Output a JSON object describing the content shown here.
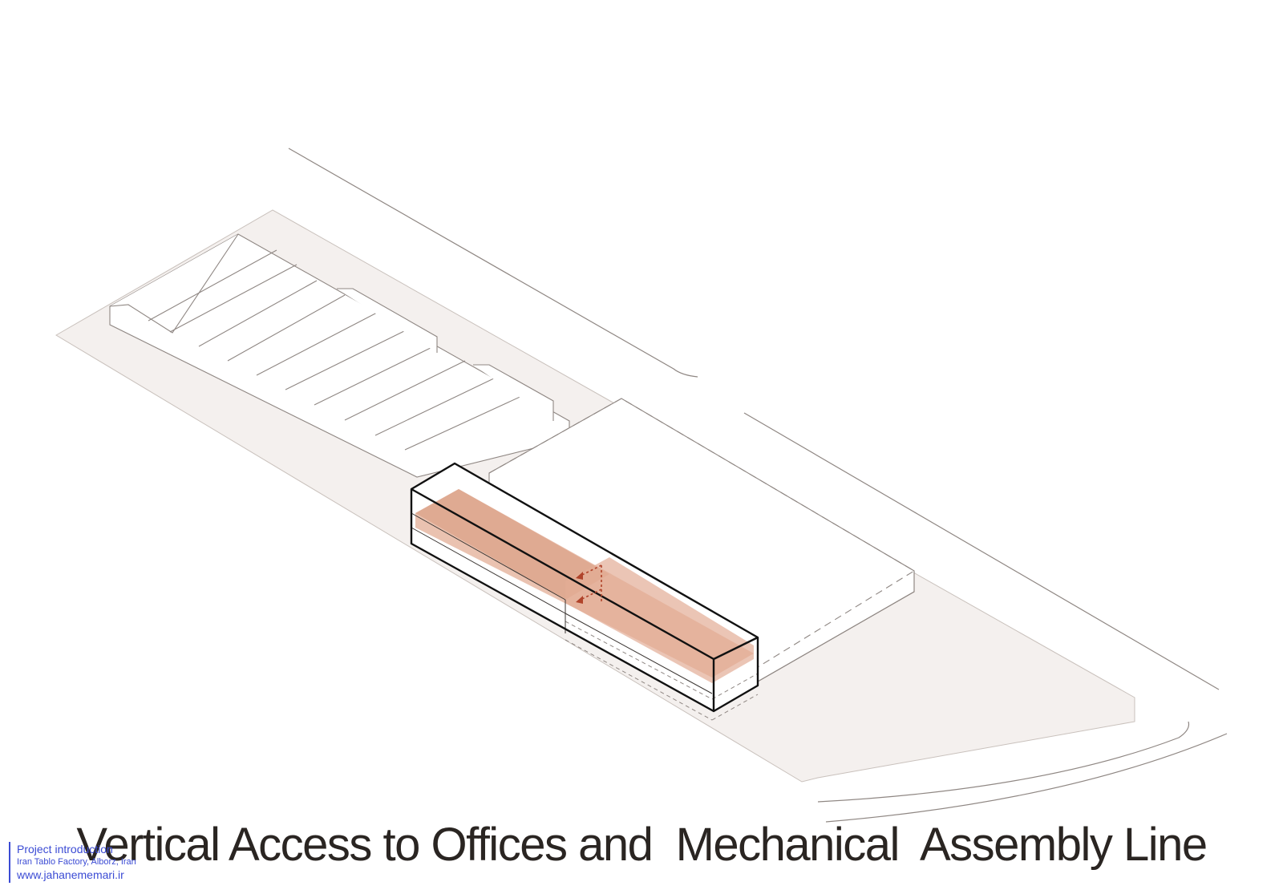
{
  "diagram": {
    "caption": "Vertical Access to Offices and  Mechanical  Assembly Line",
    "colors": {
      "site_fill": "#f4f0ee",
      "outline": "#9c9490",
      "highlight_box": "#111111",
      "office_floor": "#e3ad95",
      "office_floor_dark": "#c8866c",
      "arrow": "#b0432a",
      "watermark": "#3b4bd4"
    }
  },
  "watermark": {
    "line1": "Project introduction",
    "line2": "Iran Tablo Factory, Alborz, Iran",
    "line3": "www.jahanememari.ir"
  }
}
